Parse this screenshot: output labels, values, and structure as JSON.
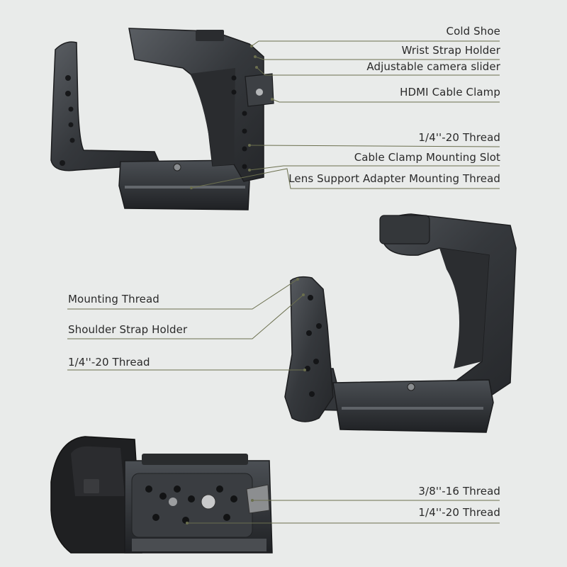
{
  "callouts": {
    "top": [
      "Cold Shoe",
      "Wrist Strap Holder",
      "Adjustable camera slider",
      "HDMI Cable Clamp",
      "1/4''-20 Thread",
      "Cable Clamp Mounting Slot",
      "Lens Support Adapter Mounting Thread"
    ],
    "middle": [
      "Mounting Thread",
      "Shoulder Strap Holder",
      "1/4''-20 Thread"
    ],
    "bottom": [
      "3/8''-16 Thread",
      "1/4''-20 Thread"
    ]
  },
  "colors": {
    "background": "#e9ebea",
    "metal_dark": "#2e3033",
    "metal_mid": "#46494d",
    "leader_line": "#6b6f4e"
  }
}
